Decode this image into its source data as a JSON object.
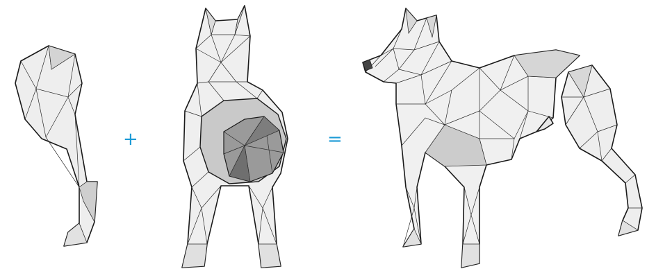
{
  "operators": {
    "plus": "+",
    "equals": "=",
    "color": "#1b9ad6"
  },
  "figures": [
    {
      "name": "leg-part",
      "icon": "low-poly-leg"
    },
    {
      "name": "dog-body-part",
      "icon": "low-poly-dog-front-view"
    },
    {
      "name": "dog-assembled",
      "icon": "low-poly-dog-three-quarter-view"
    }
  ],
  "palette": {
    "light": "#f2f2f2",
    "mid": "#dcdcdc",
    "shade": "#b8b8b8",
    "dark": "#8c8c8c",
    "stroke": "#1a1a1a"
  }
}
